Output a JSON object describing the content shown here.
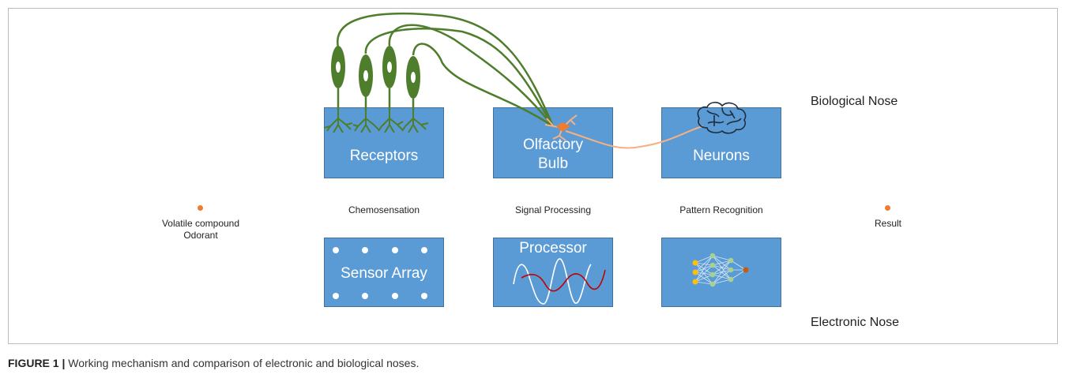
{
  "boxes": {
    "receptors": "Receptors",
    "olfactory_bulb_line1": "Olfactory",
    "olfactory_bulb_line2": "Bulb",
    "neurons": "Neurons",
    "sensor_array": "Sensor Array",
    "processor": "Processor"
  },
  "stages": {
    "chemosensation": "Chemosensation",
    "signal_processing": "Signal Processing",
    "pattern_recognition": "Pattern Recognition"
  },
  "input": {
    "line1": "Volatile compound",
    "line2": "Odorant"
  },
  "output": {
    "label": "Result"
  },
  "rows": {
    "biological": "Biological Nose",
    "electronic": "Electronic Nose"
  },
  "caption": {
    "prefix": "FIGURE 1 |",
    "text": " Working mechanism and comparison of electronic and biological noses."
  },
  "colors": {
    "box_fill": "#5b9bd5",
    "neuron_green": "#4e7d2b",
    "accent_orange": "#ed7d31",
    "wave_red": "#c00000"
  }
}
